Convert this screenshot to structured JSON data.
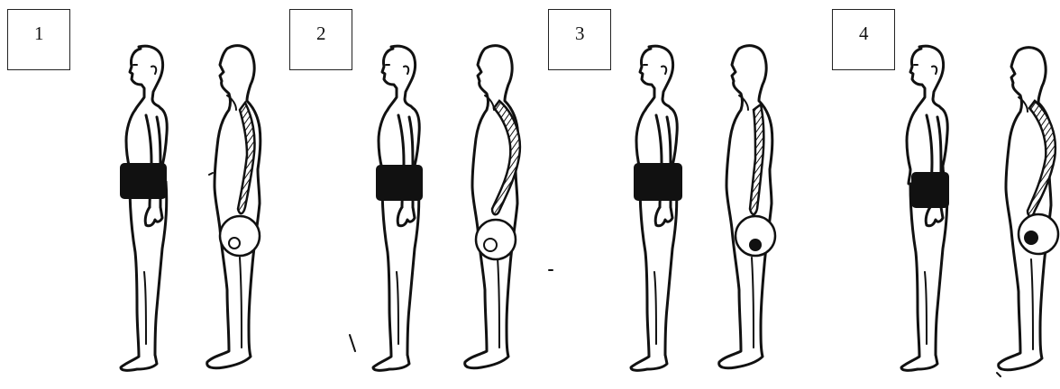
{
  "panels": [
    {
      "label": "1",
      "pelvis": "hollow"
    },
    {
      "label": "2",
      "pelvis": "hollow"
    },
    {
      "label": "3",
      "pelvis": "filled"
    },
    {
      "label": "4",
      "pelvis": "filled"
    }
  ]
}
